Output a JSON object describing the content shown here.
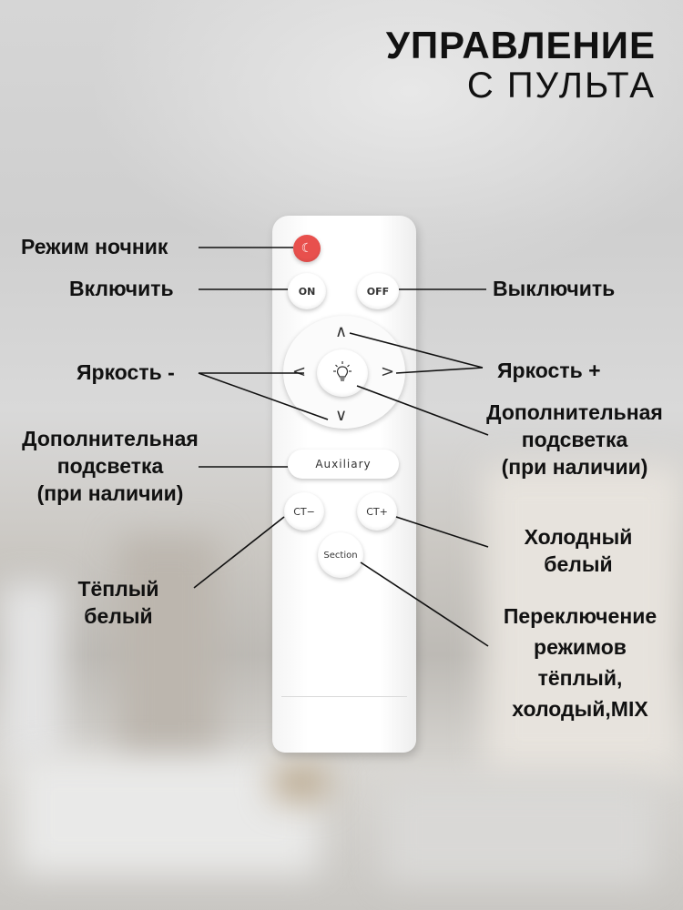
{
  "title": {
    "line1": "УПРАВЛЕНИЕ",
    "line2": "С ПУЛЬТА"
  },
  "remote": {
    "on_label": "ON",
    "off_label": "OFF",
    "auxiliary_label": "Auxiliary",
    "ct_minus_label": "CT−",
    "ct_plus_label": "CT+",
    "section_label": "Section",
    "arrow_up": "∧",
    "arrow_down": "∨",
    "arrow_left": "<",
    "arrow_right": ">",
    "night_icon": "moon-icon",
    "center_icon": "lightbulb-icon"
  },
  "labels": {
    "night_mode": "Режим ночник",
    "turn_on": "Включить",
    "turn_off": "Выключить",
    "brightness_down": "Яркость -",
    "brightness_up": "Яркость +",
    "extra_light_right": [
      "Дополнительная",
      "подсветка",
      "(при наличии)"
    ],
    "extra_light_left": [
      "Дополнительная",
      "подсветка",
      "(при наличии)"
    ],
    "cold_white": [
      "Холодный",
      "белый"
    ],
    "warm_white": [
      "Тёплый",
      "белый"
    ],
    "mode_switch": [
      "Переключение",
      "режимов",
      "тёплый,",
      "холодый,MIX"
    ]
  },
  "colors": {
    "night_button": "#e8504d",
    "text": "#111111"
  }
}
